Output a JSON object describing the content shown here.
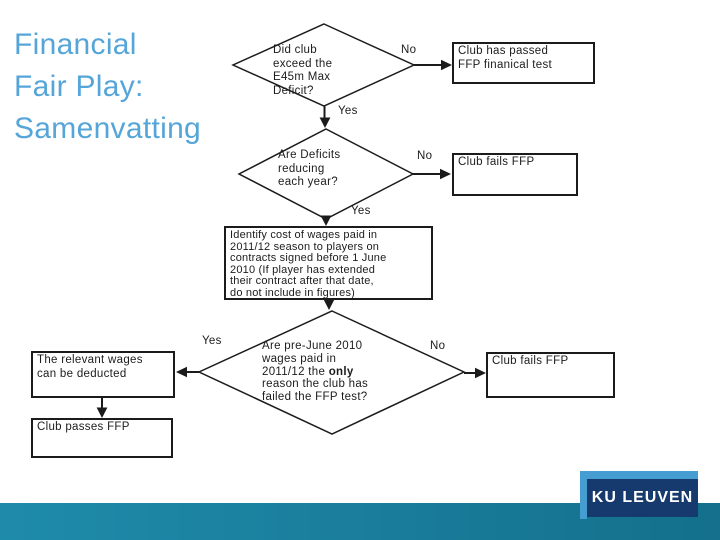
{
  "slide": {
    "title": "Financial\nFair Play:\nSamenvatting",
    "title_color": "#56A5D8"
  },
  "flowchart": {
    "decision1": {
      "text": "Did club\nexceed the\nE45m Max\nDeficit?",
      "no_label": "No",
      "yes_label": "Yes"
    },
    "pass_box": {
      "text": "Club has passed\nFFP finanical test"
    },
    "decision2": {
      "text": "Are Deficits\nreducing\neach year?",
      "no_label": "No",
      "yes_label": "Yes"
    },
    "fail_box1": {
      "text": "Club fails FFP"
    },
    "wages_box": {
      "text": "Identify cost of wages paid in\n2011/12 season to players on\ncontracts signed before 1 June\n2010 (If player has extended\ntheir contract after that date,\ndo not include in figures)"
    },
    "decision3": {
      "text_before_bold": "Are pre-June 2010\nwages paid in\n2011/12 the ",
      "bold_word": "only",
      "text_after_bold": "\nreason the club has\nfailed the FFP test?",
      "yes_label": "Yes",
      "no_label": "No"
    },
    "deduct_box": {
      "text": "The relevant wages\ncan be deducted"
    },
    "passes_box": {
      "text": "Club passes FFP"
    },
    "fail_box2": {
      "text": "Club fails FFP"
    },
    "line_color": "#1b1b1b"
  },
  "footer": {
    "logo_text": "KU LEUVEN",
    "bar_color_left": "#1F8BAB",
    "bar_color_right": "#14708C",
    "logo_navy": "#163A6E",
    "logo_lightblue": "#469DD2"
  }
}
